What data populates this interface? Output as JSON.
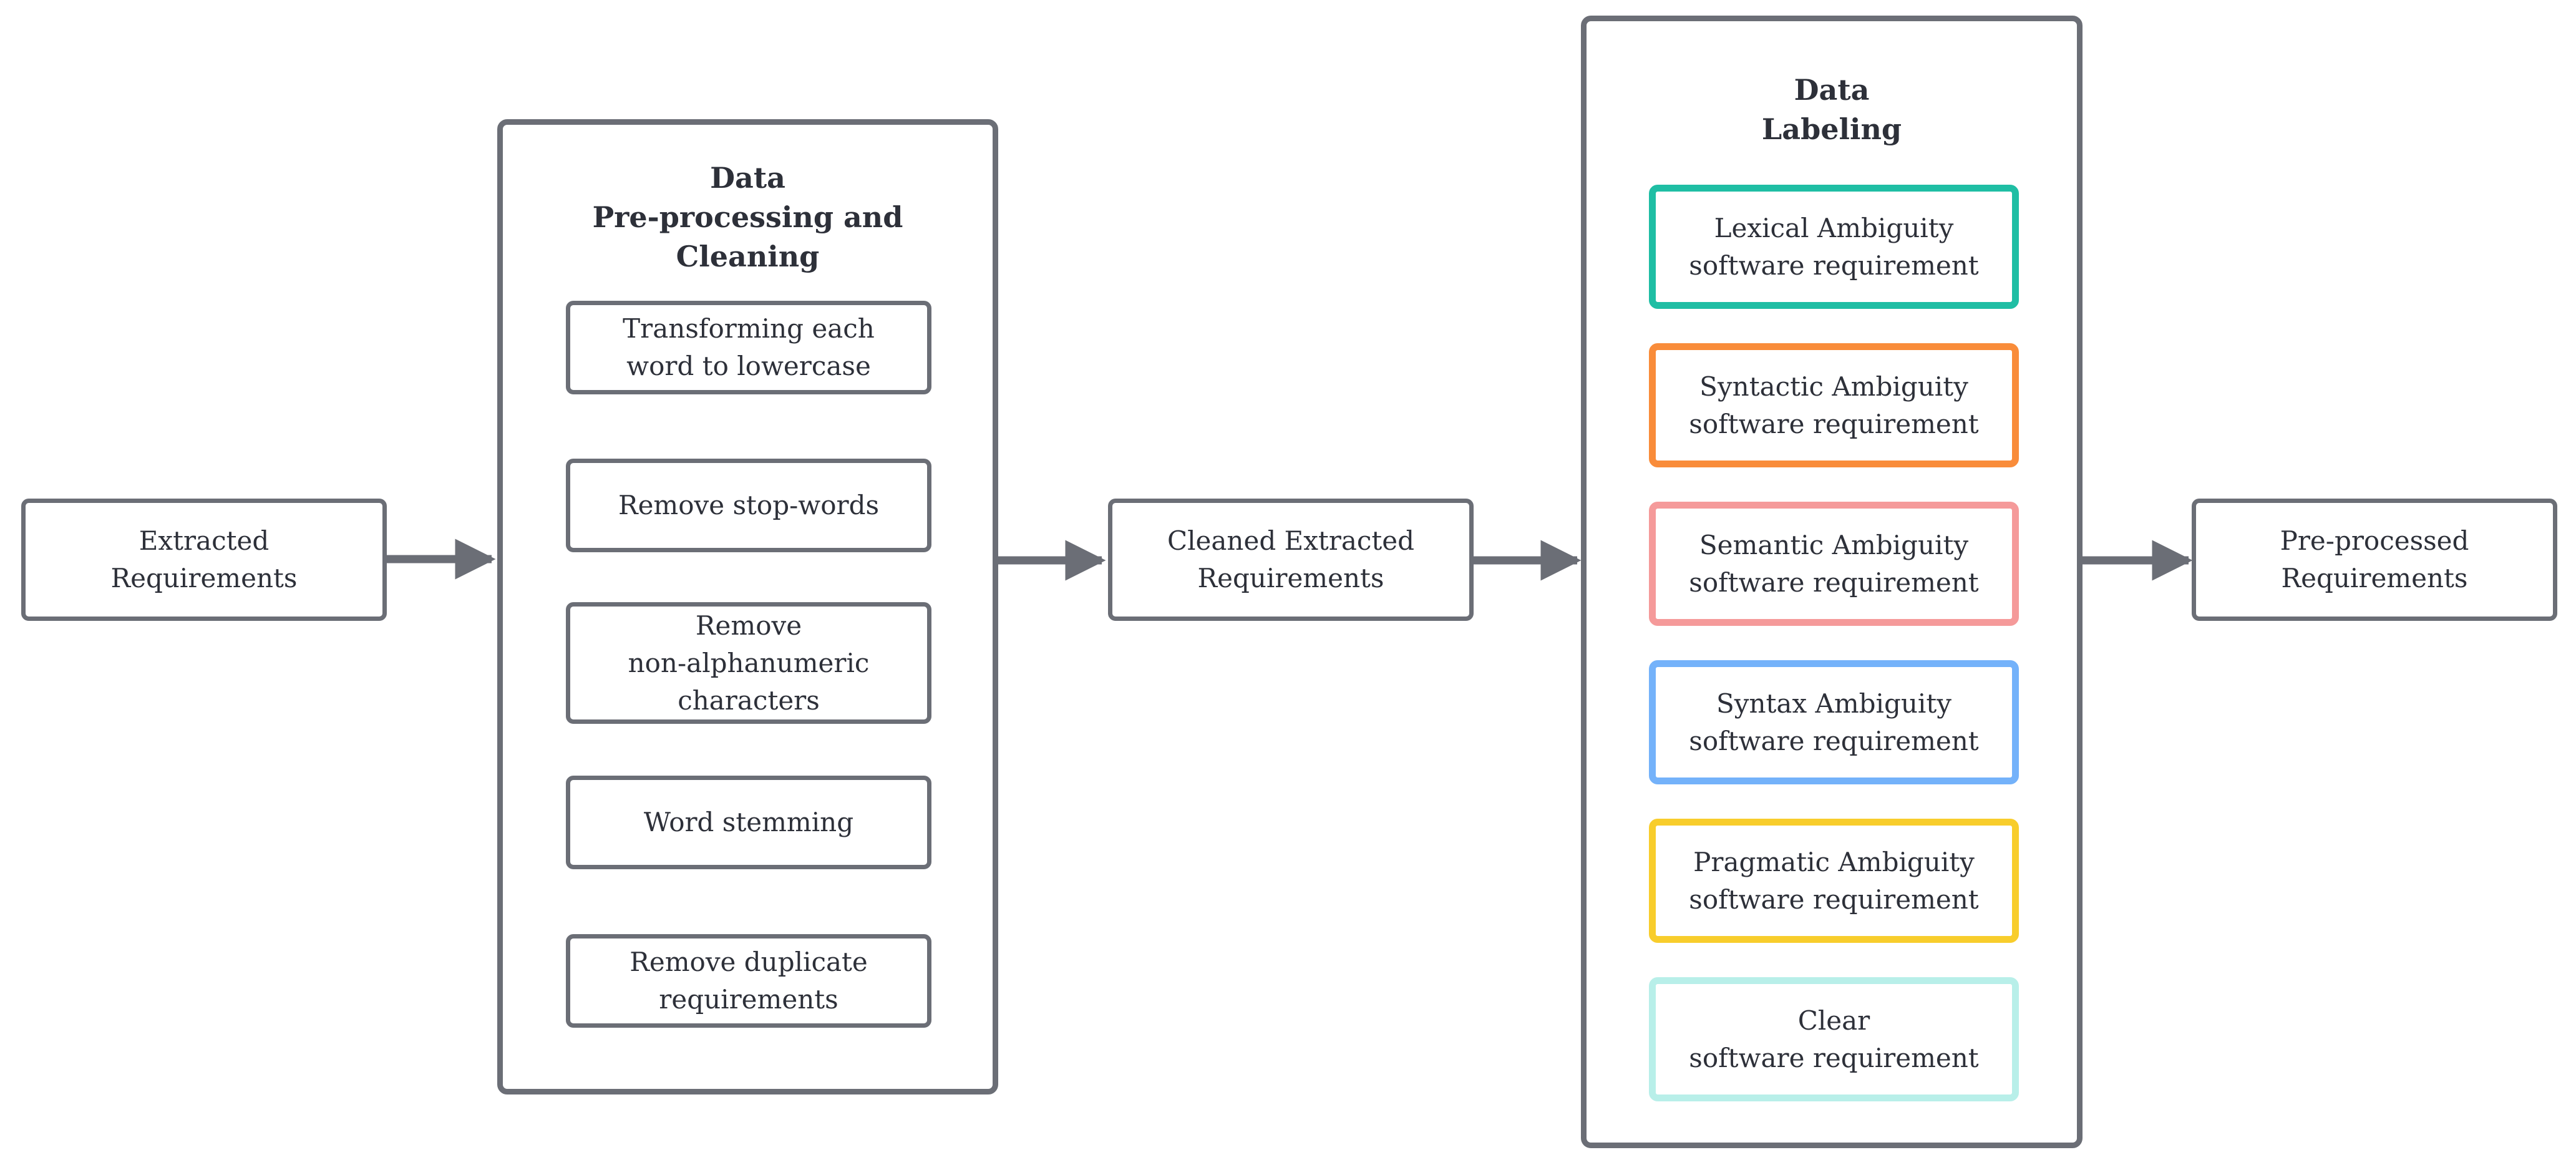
{
  "inputs": {
    "extracted": "Extracted\nRequirements"
  },
  "preprocessing": {
    "title": "Data\nPre-processing and\nCleaning",
    "steps": [
      "Transforming each\nword to lowercase",
      "Remove stop-words",
      "Remove\nnon-alphanumeric\ncharacters",
      "Word stemming",
      "Remove duplicate\nrequirements"
    ]
  },
  "cleaned": "Cleaned Extracted\nRequirements",
  "labeling": {
    "title": "Data\nLabeling",
    "labels": [
      {
        "text": "Lexical Ambiguity\nsoftware requirement",
        "color": "#1fbea4"
      },
      {
        "text": "Syntactic Ambiguity\nsoftware requirement",
        "color": "#f98c3a"
      },
      {
        "text": "Semantic Ambiguity\nsoftware requirement",
        "color": "#f59a9a"
      },
      {
        "text": "Syntax Ambiguity\nsoftware requirement",
        "color": "#74b2fa"
      },
      {
        "text": "Pragmatic Ambiguity\nsoftware requirement",
        "color": "#f8cd2c"
      },
      {
        "text": "Clear\nsoftware requirement",
        "color": "#b8efe9"
      }
    ]
  },
  "output": "Pre-processed\nRequirements"
}
